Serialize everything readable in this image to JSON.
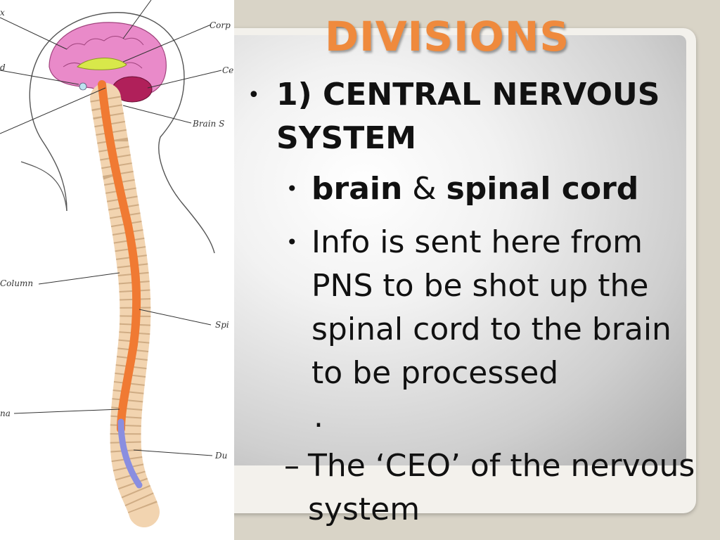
{
  "slide": {
    "title": "DIVISIONS",
    "bullet_1": "1) CENTRAL NERVOUS SYSTEM",
    "bullet_2_part1": "brain",
    "bullet_2_amp": " & ",
    "bullet_2_part2": "spinal cord",
    "bullet_3": "Info is sent here from PNS to be shot up the spinal cord to the brain to be processed",
    "bullet_3_period": ".",
    "bullet_4": "The ‘CEO’ of the nervous system",
    "bullet_symbol": "•",
    "dash_symbol": "–"
  },
  "illustration": {
    "labels": [
      "x",
      "Corp",
      "Ce",
      "d",
      "Brain S",
      "Column",
      "Spi",
      "na",
      "Du"
    ],
    "colors": {
      "brain": "#e98ac9",
      "cerebellum": "#b0205a",
      "spinal_cord": "#f07a33",
      "vertebrae": "#f2d4b0",
      "corpus": "#d8e84a"
    }
  },
  "colors": {
    "title": "#ef8a3d",
    "text": "#111111",
    "background": "#d9d4c7"
  }
}
